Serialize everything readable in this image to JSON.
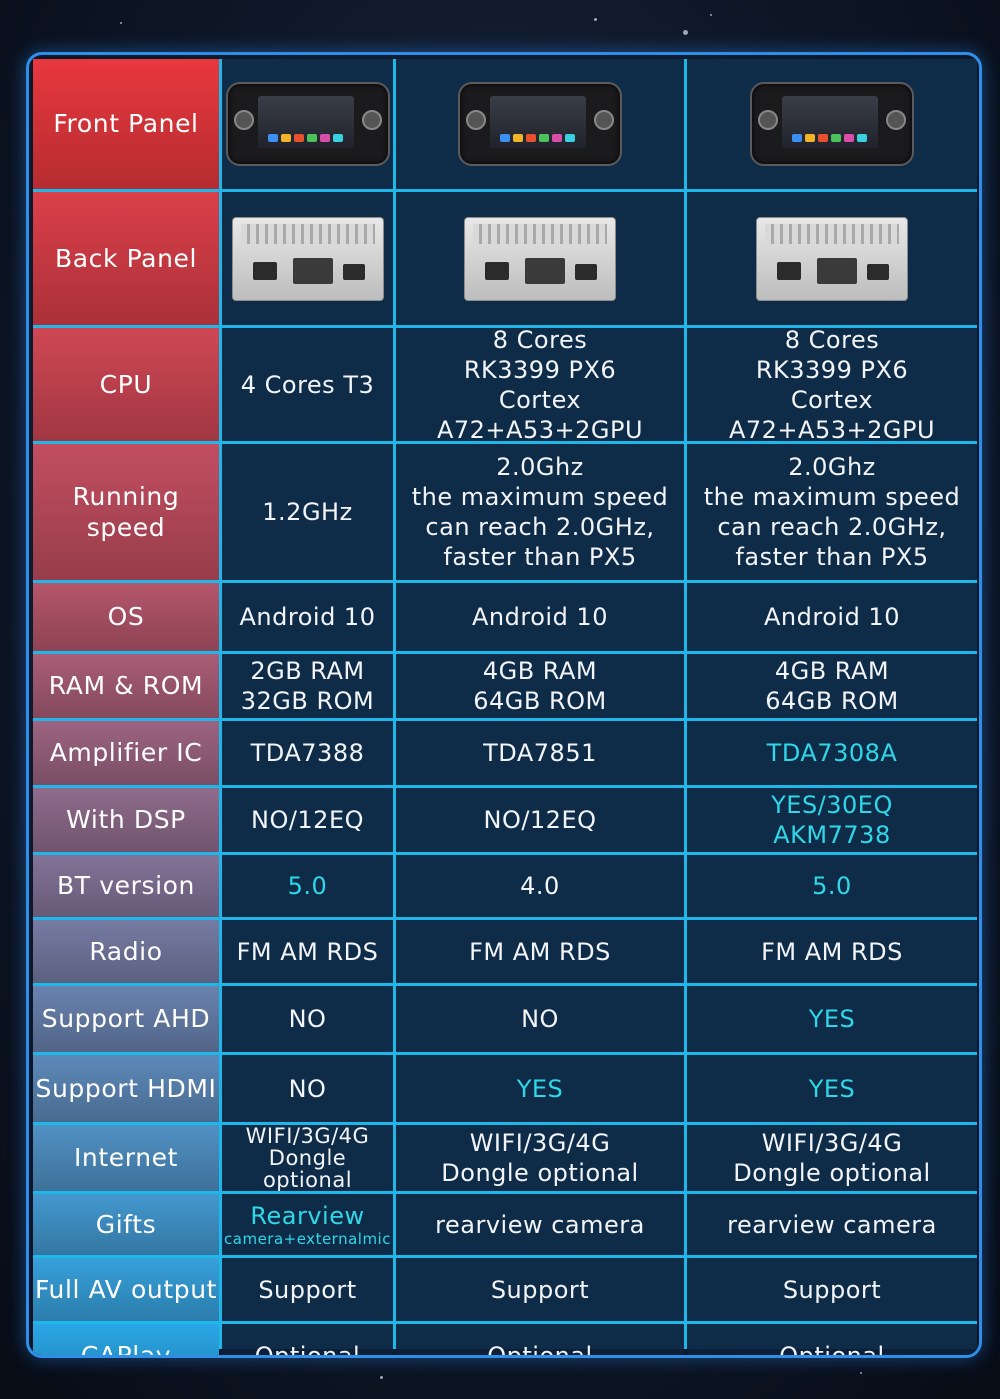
{
  "colors": {
    "accent_cyan": "#2fd7e8",
    "border_blue": "#2f8fe8",
    "label_red": "#e8383e",
    "label_blue": "#2aa7e6"
  },
  "rows": [
    {
      "label": "Front Panel",
      "type": "image",
      "cells": [
        {
          "icon": "head-unit-front-image"
        },
        {
          "icon": "head-unit-front-image"
        },
        {
          "icon": "head-unit-front-image"
        }
      ]
    },
    {
      "label": "Back Panel",
      "type": "image",
      "cells": [
        {
          "icon": "head-unit-back-image"
        },
        {
          "icon": "head-unit-back-image"
        },
        {
          "icon": "head-unit-back-image"
        }
      ]
    },
    {
      "label": "CPU",
      "cells": [
        {
          "lines": [
            "4 Cores T3"
          ]
        },
        {
          "lines": [
            "8 Cores",
            "RK3399 PX6",
            "Cortex A72+A53+2GPU"
          ]
        },
        {
          "lines": [
            "8 Cores",
            "RK3399 PX6",
            "Cortex A72+A53+2GPU"
          ]
        }
      ]
    },
    {
      "label_lines": [
        "Running",
        "speed"
      ],
      "cells": [
        {
          "lines": [
            "1.2GHz"
          ]
        },
        {
          "lines": [
            "2.0Ghz",
            "the maximum speed",
            "can reach 2.0GHz,",
            "faster than PX5"
          ]
        },
        {
          "lines": [
            "2.0Ghz",
            "the maximum speed",
            "can reach 2.0GHz,",
            "faster than PX5"
          ]
        }
      ]
    },
    {
      "label": "OS",
      "cells": [
        {
          "lines": [
            "Android 10"
          ]
        },
        {
          "lines": [
            "Android 10"
          ]
        },
        {
          "lines": [
            "Android 10"
          ]
        }
      ]
    },
    {
      "label": "RAM & ROM",
      "cells": [
        {
          "lines": [
            "2GB RAM",
            "32GB ROM"
          ]
        },
        {
          "lines": [
            "4GB RAM",
            "64GB ROM"
          ]
        },
        {
          "lines": [
            "4GB RAM",
            "64GB ROM"
          ]
        }
      ]
    },
    {
      "label": "Amplifier IC",
      "cells": [
        {
          "lines": [
            "TDA7388"
          ]
        },
        {
          "lines": [
            "TDA7851"
          ]
        },
        {
          "lines": [
            "TDA7308A"
          ],
          "highlight": true
        }
      ]
    },
    {
      "label": "With DSP",
      "cells": [
        {
          "lines": [
            "NO/12EQ"
          ]
        },
        {
          "lines": [
            "NO/12EQ"
          ]
        },
        {
          "lines": [
            "YES/30EQ",
            "AKM7738"
          ],
          "highlight": true
        }
      ]
    },
    {
      "label": "BT version",
      "cells": [
        {
          "lines": [
            "5.0"
          ],
          "highlight": true
        },
        {
          "lines": [
            "4.0"
          ]
        },
        {
          "lines": [
            "5.0"
          ],
          "highlight": true
        }
      ]
    },
    {
      "label": "Radio",
      "cells": [
        {
          "lines": [
            "FM AM RDS"
          ]
        },
        {
          "lines": [
            "FM AM RDS"
          ]
        },
        {
          "lines": [
            "FM AM RDS"
          ]
        }
      ]
    },
    {
      "label": "Support AHD",
      "cells": [
        {
          "lines": [
            "NO"
          ]
        },
        {
          "lines": [
            "NO"
          ]
        },
        {
          "lines": [
            "YES"
          ],
          "highlight": true
        }
      ]
    },
    {
      "label": "Support HDMI",
      "cells": [
        {
          "lines": [
            "NO"
          ]
        },
        {
          "lines": [
            "YES"
          ],
          "highlight": true
        },
        {
          "lines": [
            "YES"
          ],
          "highlight": true
        }
      ]
    },
    {
      "label": "Internet",
      "cells": [
        {
          "lines": [
            "WIFI/3G/4G",
            "Dongle optional"
          ],
          "small": true
        },
        {
          "lines": [
            "WIFI/3G/4G",
            "Dongle optional"
          ]
        },
        {
          "lines": [
            "WIFI/3G/4G",
            "Dongle optional"
          ]
        }
      ]
    },
    {
      "label": "Gifts",
      "cells": [
        {
          "lines": [
            "Rearview"
          ],
          "sub": "camera+externalmic",
          "highlight": true
        },
        {
          "lines": [
            "rearview camera"
          ]
        },
        {
          "lines": [
            "rearview camera"
          ]
        }
      ]
    },
    {
      "label": "Full AV output",
      "cells": [
        {
          "lines": [
            "Support"
          ]
        },
        {
          "lines": [
            "Support"
          ]
        },
        {
          "lines": [
            "Support"
          ]
        }
      ]
    },
    {
      "label": "CAPlay",
      "cells": [
        {
          "lines": [
            "Optional"
          ]
        },
        {
          "lines": [
            "Optional"
          ]
        },
        {
          "lines": [
            "Optional"
          ]
        }
      ]
    }
  ]
}
